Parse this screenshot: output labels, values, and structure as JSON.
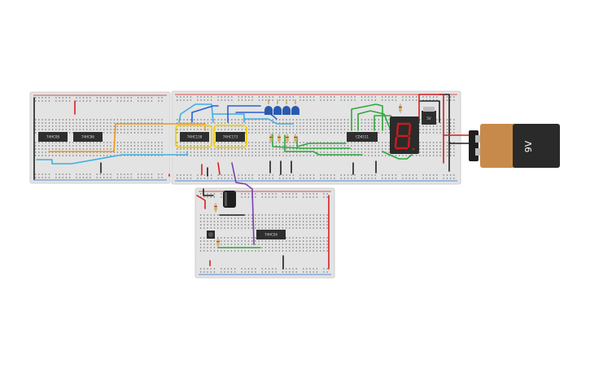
{
  "colors": {
    "board": "#e3e3e3",
    "board_edge": "#cfcfcf",
    "hole": "#6f6f6f",
    "rail_red": "#d42020",
    "rail_blue": "#2a6fd0",
    "chip": "#2e2e2e",
    "wire_orange": "#f0961e",
    "wire_cyan": "#3cb0e0",
    "wire_blue": "#2b5fd6",
    "wire_green": "#2ea83a",
    "wire_purple": "#7a3fb0",
    "wire_black": "#1f1f1f",
    "wire_red": "#d42020",
    "highlight_yellow": "#f0d020",
    "segment_red": "#cc1a1a",
    "battery_body": "#c88a4a",
    "battery_top": "#2a2a2a",
    "led_blue": "#2a5ab0"
  },
  "chips": {
    "left_a": "74HC08",
    "left_b": "74HC86",
    "mid_a": "74HC138",
    "mid_b": "74HC173",
    "right_a": "CD4511",
    "regulator": "5V",
    "bottom_a": "74HC04"
  },
  "battery": {
    "label": "9V"
  }
}
